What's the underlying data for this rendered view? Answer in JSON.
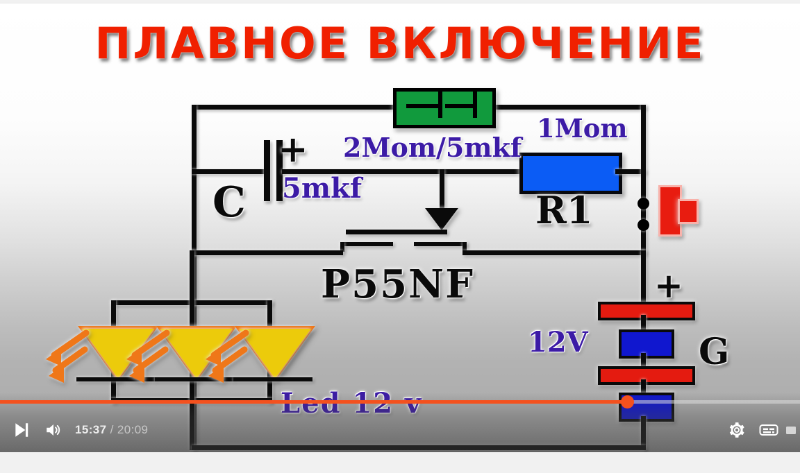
{
  "video": {
    "title": "ПЛАВНОЕ ВКЛЮЧЕНИЕ",
    "title_color": "#f02000"
  },
  "circuit": {
    "labels": {
      "cap_c": "C",
      "cap_plus": "+",
      "cap_value": "5mkf",
      "timing_value": "2Mom/5mkf",
      "resistor_value": "1Mom",
      "resistor_ref": "R1",
      "mosfet": "P55NF",
      "led_value": "Led 12 v",
      "battery_voltage": "12V",
      "battery_ref": "G",
      "battery_plus": "+"
    },
    "colors": {
      "label_purple": "#3c1ba6",
      "label_black": "#0a0a0a",
      "timing_cap_green": "#119a3d",
      "resistor_blue": "#0b5cf5",
      "led_yellow": "#eccb0b",
      "led_orange": "#ef7719",
      "battery_red": "#e41b10",
      "battery_blue": "#1017cf",
      "switch_red": "#e81c10",
      "wire_black": "#0a0a0a"
    }
  },
  "player": {
    "current_time": "15:37",
    "separator": "/",
    "total_time": "20:09",
    "progress_percent": 78,
    "accent_color": "#f4511e",
    "controls": {
      "next": "next-track",
      "volume": "volume",
      "settings": "settings",
      "subtitles": "subtitles"
    }
  }
}
